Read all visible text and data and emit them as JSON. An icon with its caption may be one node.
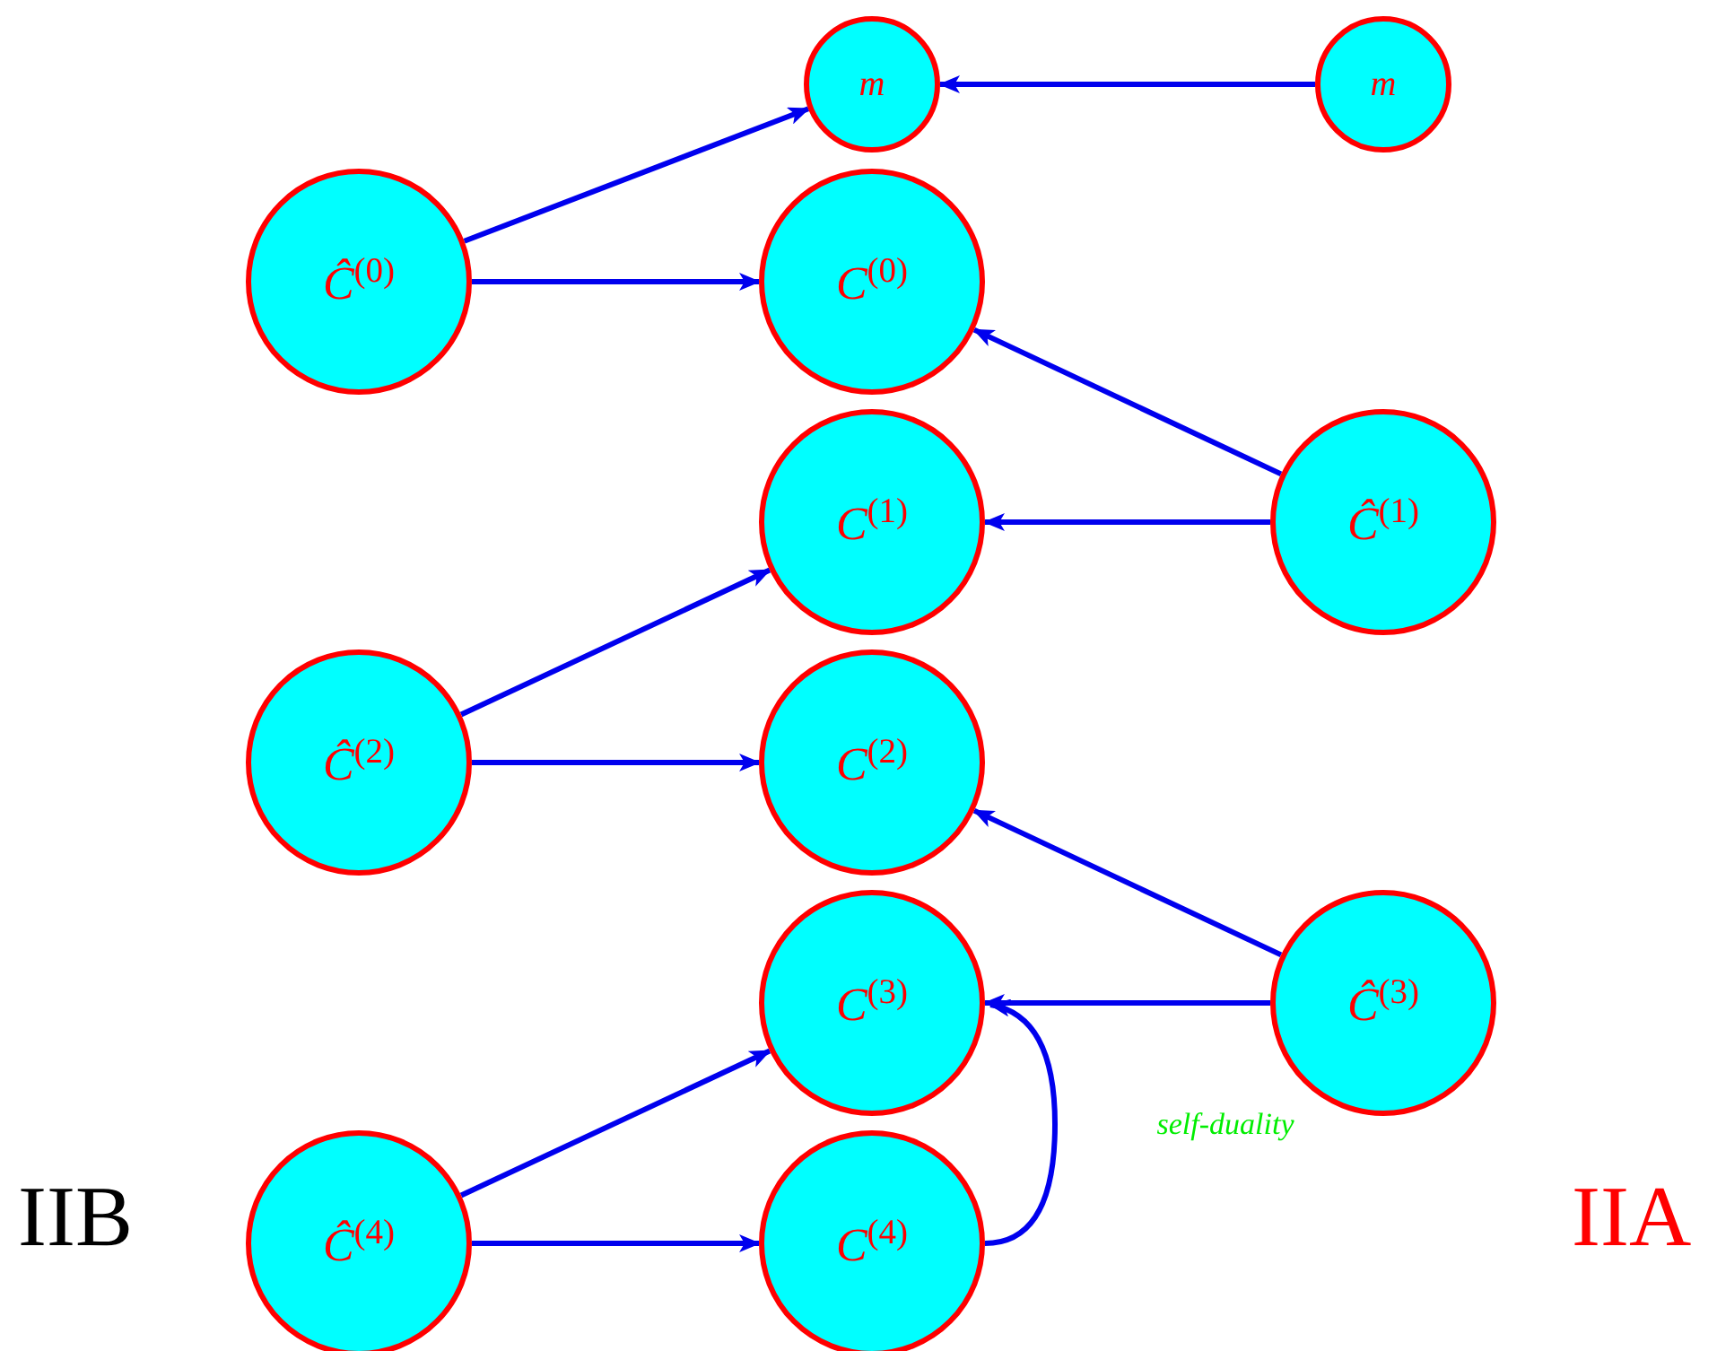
{
  "diagram": {
    "nodes": [
      {
        "text": [
          "*m*"
        ]
      },
      {
        "text": [
          "*m*"
        ]
      },
      {
        "text": [
          "*Ĉ*$^{(0)}$"
        ]
      },
      {
        "text": [
          "*C*$^{(0)}$"
        ]
      },
      {
        "text": [
          "*C*$^{(1)}$"
        ]
      },
      {
        "text": [
          "*Ĉ*$^{(1)}$"
        ]
      },
      {
        "text": [
          "*Ĉ*$^{(2)}$"
        ]
      },
      {
        "text": [
          "*C*$^{(2)}$"
        ]
      },
      {
        "text": [
          "*C*$^{(3)}$"
        ]
      },
      {
        "text": [
          "*Ĉ*$^{(3)}$"
        ]
      },
      {
        "text": [
          "*Ĉ*$^{(4)}$"
        ]
      },
      {
        "text": [
          "*C*$^{(4)}$"
        ]
      }
    ],
    "edges": [
      {
        "from": 1,
        "to": 0,
        "arrow": "to"
      },
      {
        "from": 2,
        "to": 0,
        "arrow": "to"
      },
      {
        "from": 2,
        "to": 3,
        "arrow": "to"
      },
      {
        "from": 5,
        "to": 3,
        "arrow": "to"
      },
      {
        "from": 5,
        "to": 4,
        "arrow": "to"
      },
      {
        "from": 6,
        "to": 4,
        "arrow": "to"
      },
      {
        "from": 6,
        "to": 7,
        "arrow": "to"
      },
      {
        "from": 9,
        "to": 7,
        "arrow": "to"
      },
      {
        "from": 9,
        "to": 8,
        "arrow": "to"
      },
      {
        "from": 10,
        "to": 8,
        "arrow": "to"
      },
      {
        "from": 10,
        "to": 11,
        "arrow": "to"
      },
      {
        "from": 11,
        "to": 8,
        "arrow": "to",
        "label": "self-duality"
      }
    ],
    "labels": [
      "IIB",
      "IIA"
    ]
  }
}
